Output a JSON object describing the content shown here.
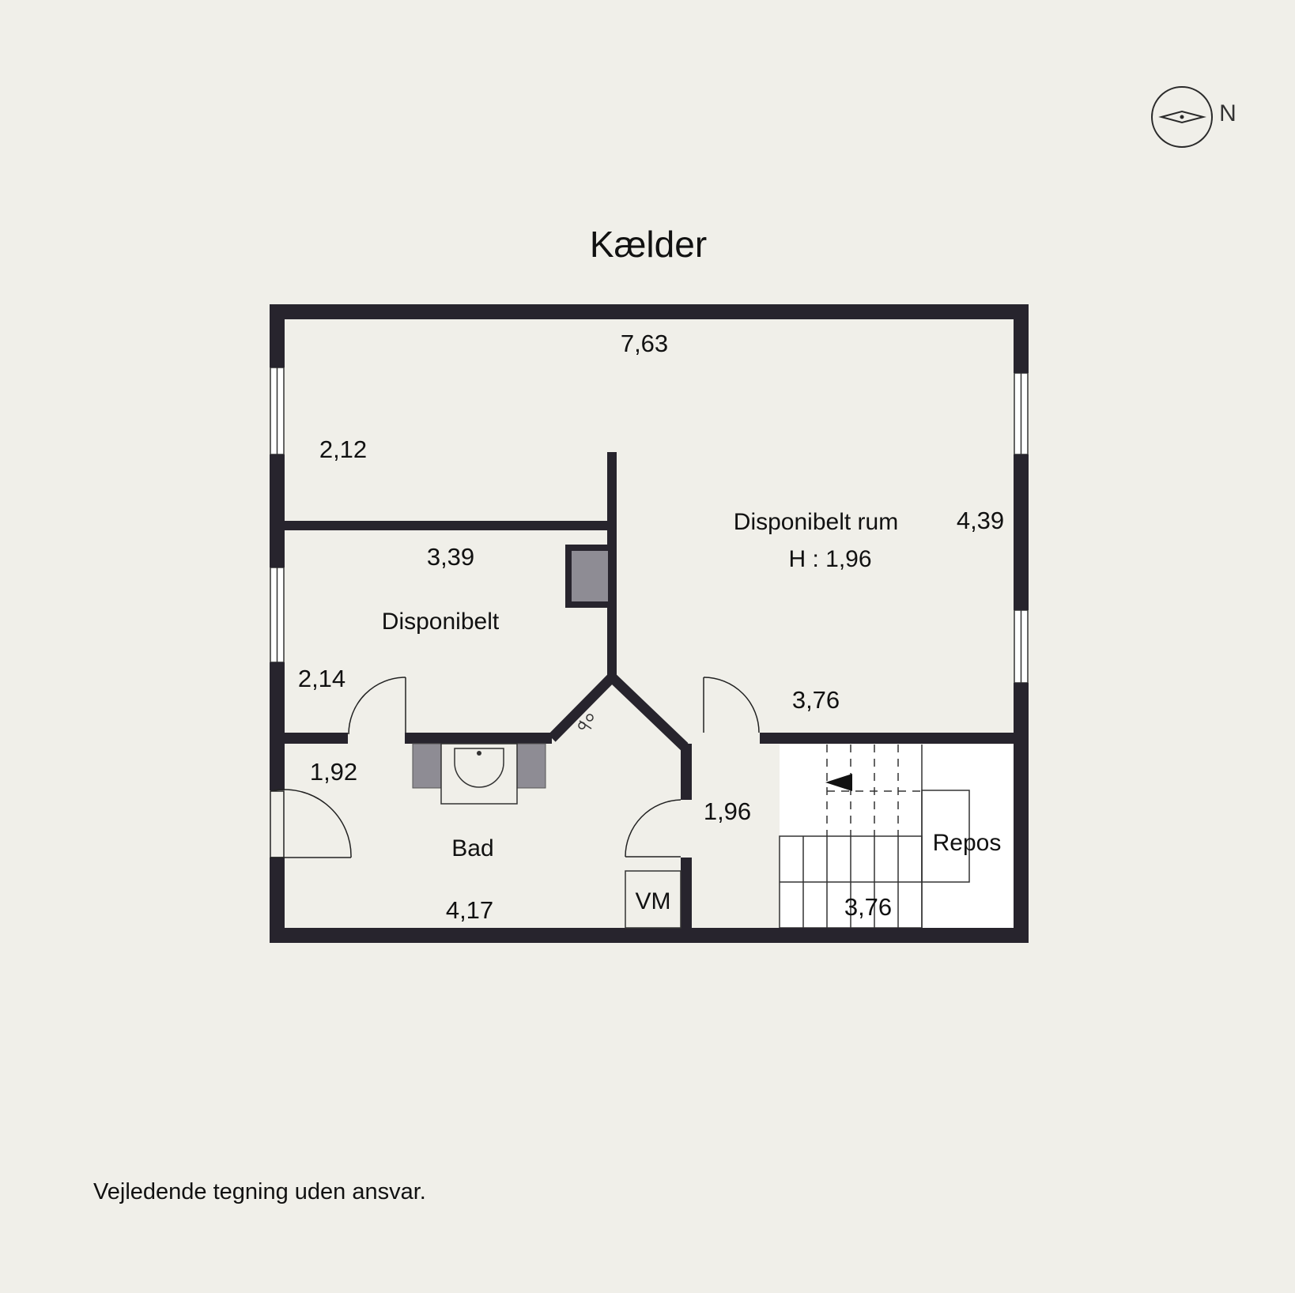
{
  "floor_title": "Kælder",
  "compass": {
    "label": "N",
    "icon": "north-arrow-icon"
  },
  "rooms": {
    "storage_main": {
      "name": "Disponibelt rum",
      "height": "H : 1,96"
    },
    "storage_small": {
      "name": "Disponibelt"
    },
    "bath": {
      "name": "Bad"
    },
    "landing": {
      "name": "Repos"
    },
    "water_heater": {
      "label": "VM"
    }
  },
  "dimensions": {
    "top_width": "7,63",
    "top_left_depth": "2,12",
    "right_depth": "4,39",
    "small_width": "3,39",
    "small_depth": "2,14",
    "main_bottom": "3,76",
    "bath_depth": "1,92",
    "bath_width": "4,17",
    "hall_depth": "1,96",
    "stair_width": "3,76"
  },
  "colors": {
    "wall": "#27242d",
    "fixture": "#8e8c94",
    "background": "#f0efe9"
  },
  "disclaimer": "Vejledende tegning uden ansvar."
}
